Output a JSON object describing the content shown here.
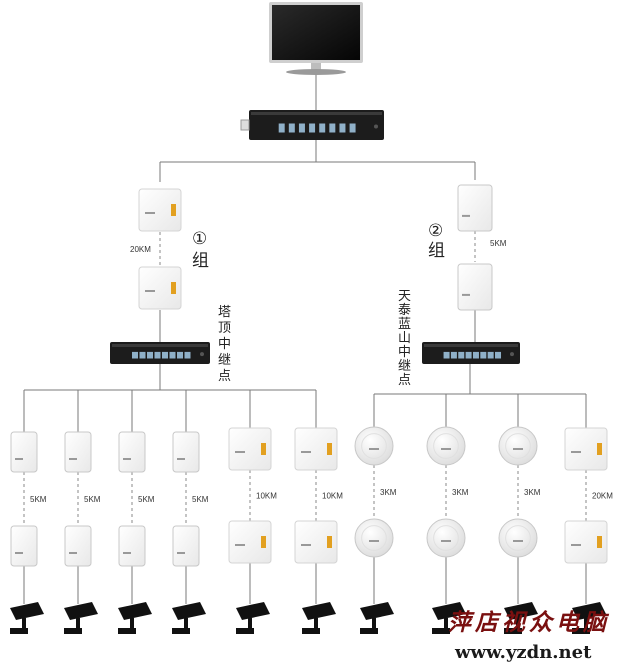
{
  "diagram": {
    "groups": [
      {
        "id": "g1",
        "label": "①\n组",
        "link_distance": "20KM",
        "relay_label": "塔顶中继点"
      },
      {
        "id": "g2",
        "label": "②\n组",
        "link_distance": "5KM",
        "relay_label": "天泰蓝山中继点"
      }
    ],
    "branches": [
      {
        "group": "g1",
        "cpe": "panel",
        "distance": "5KM"
      },
      {
        "group": "g1",
        "cpe": "panel",
        "distance": "5KM"
      },
      {
        "group": "g1",
        "cpe": "panel",
        "distance": "5KM"
      },
      {
        "group": "g1",
        "cpe": "panel",
        "distance": "5KM"
      },
      {
        "group": "g1",
        "cpe": "square",
        "distance": "10KM"
      },
      {
        "group": "g1",
        "cpe": "square",
        "distance": "10KM"
      },
      {
        "group": "g2",
        "cpe": "round",
        "distance": "3KM"
      },
      {
        "group": "g2",
        "cpe": "round",
        "distance": "3KM"
      },
      {
        "group": "g2",
        "cpe": "round",
        "distance": "3KM"
      },
      {
        "group": "g2",
        "cpe": "square",
        "distance": "20KM"
      }
    ],
    "watermark": {
      "text_cn": "萍店视众电脑",
      "url": "www.yzdn.net"
    }
  }
}
